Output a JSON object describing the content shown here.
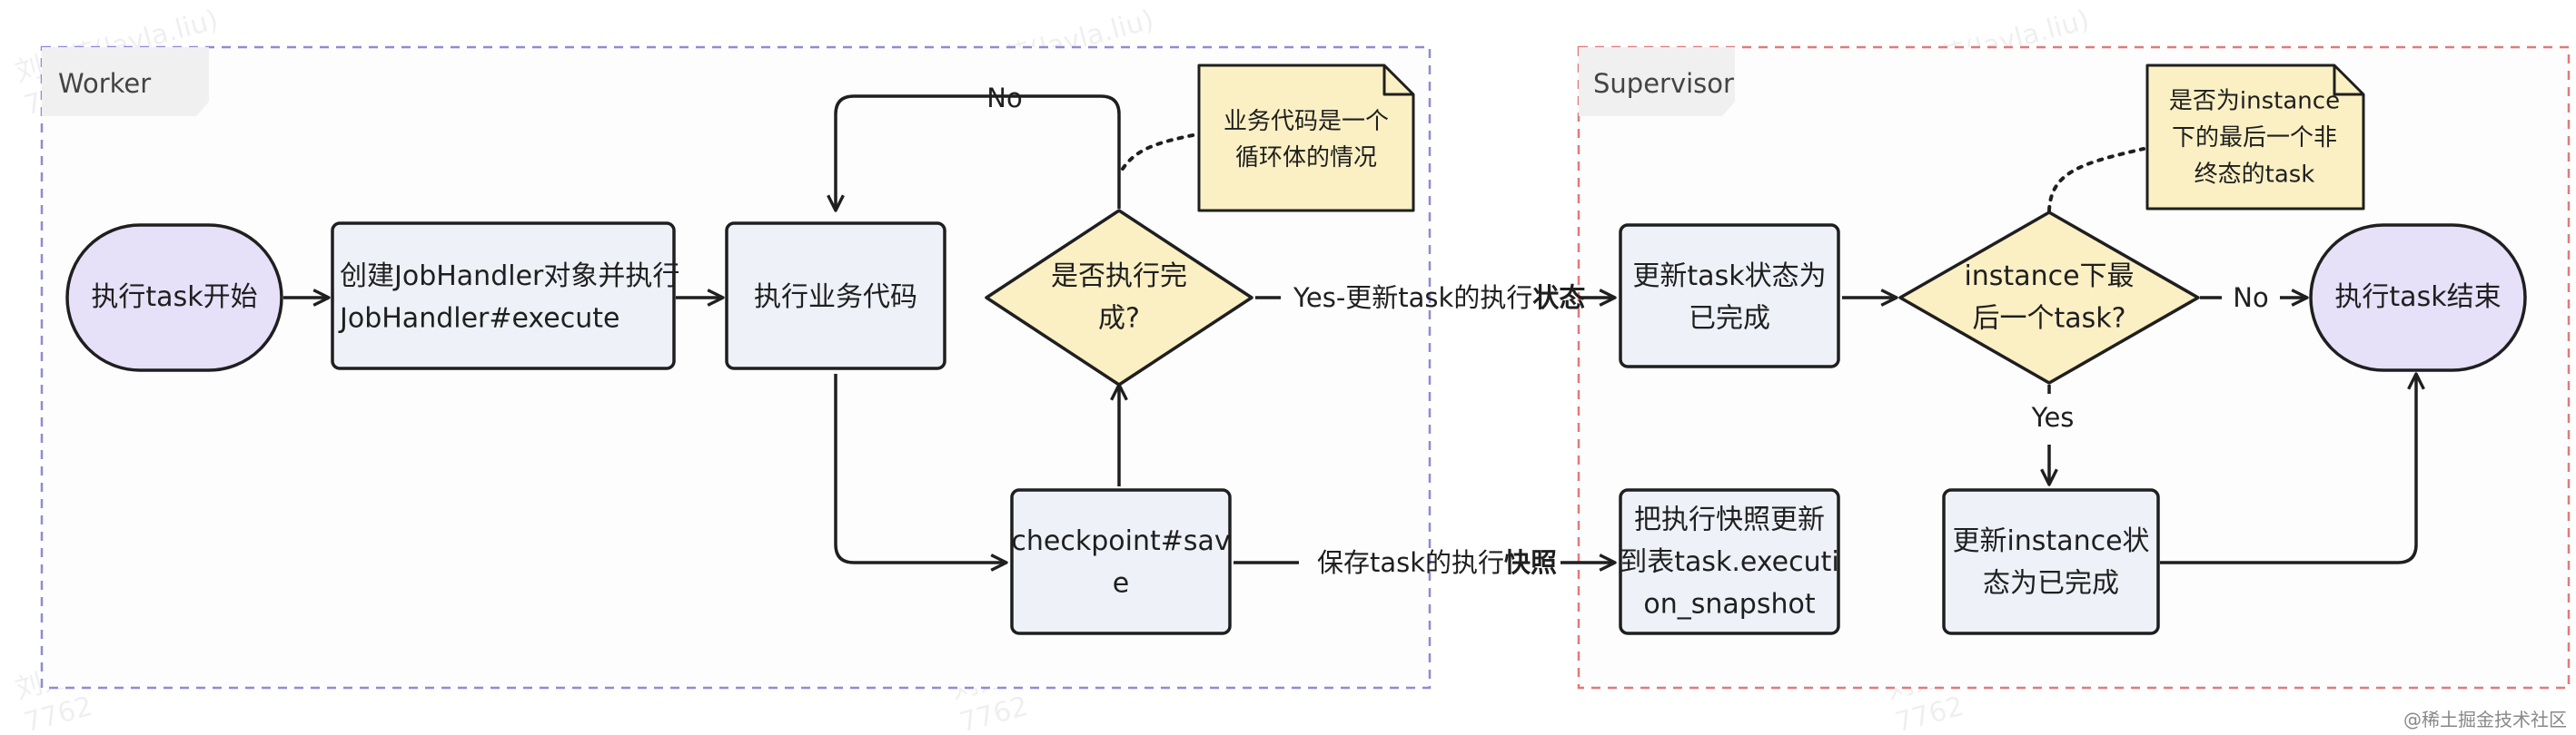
{
  "containers": {
    "worker": "Worker",
    "supervisor": "Supervisor"
  },
  "nodes": {
    "start": [
      "执行task开始"
    ],
    "create_handler": [
      "创建JobHandler对象并执行",
      "JobHandler#execute"
    ],
    "exec_business": [
      "执行业务代码"
    ],
    "is_done": [
      "是否执行完",
      "成?"
    ],
    "checkpoint": [
      "checkpoint#sav",
      "e"
    ],
    "update_status": [
      "更新task状态为",
      "已完成"
    ],
    "save_snapshot": [
      "把执行快照更新",
      "到表task.executi",
      "on_snapshot"
    ],
    "last_task": [
      "instance下最",
      "后一个task?"
    ],
    "update_instance": [
      "更新instance状",
      "态为已完成"
    ],
    "end": [
      "执行task结束"
    ]
  },
  "edges": {
    "no_loop": "No",
    "yes_prefix": "Yes-更新task的执行",
    "yes_bold": "状态",
    "save_prefix": "保存task的执行",
    "save_bold": "快照",
    "no_end": "No",
    "yes_down": "Yes"
  },
  "notes": {
    "business_loop": [
      "业务代码是一个",
      "循环体的情况"
    ],
    "non_terminal": [
      "是否为instance",
      "下的最后一个非",
      "终态的task"
    ]
  },
  "watermark": {
    "name": "刘芳芳(layla.liu)",
    "id": "7762"
  },
  "footer": "@稀土掘金技术社区",
  "colors": {
    "worker_border": "#8c8cd6",
    "supervisor_border": "#e07a7a",
    "process_fill": "#eef1f8",
    "terminal_fill": "#e6e0f8",
    "decision_fill": "#fbefc4",
    "note_fill": "#fbf0c4",
    "stroke": "#1f1f1f"
  }
}
